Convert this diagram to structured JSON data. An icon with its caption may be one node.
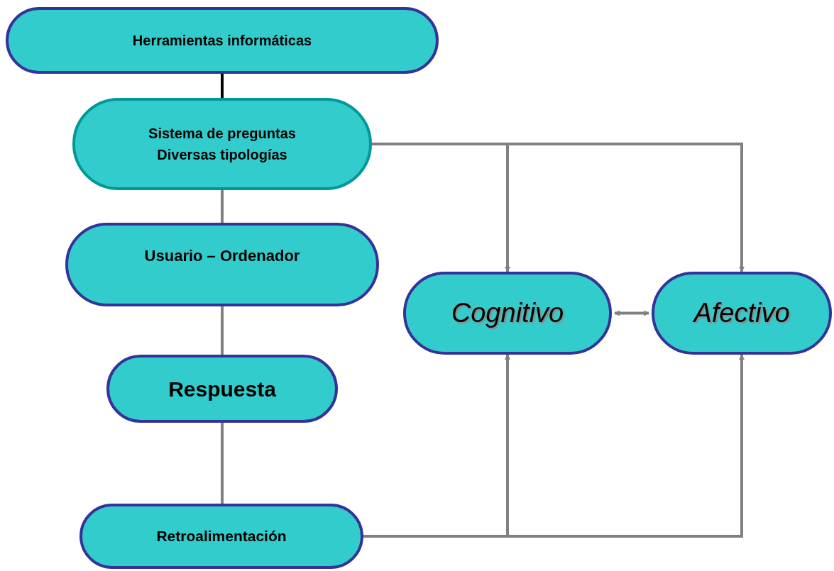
{
  "diagram": {
    "nodes": [
      {
        "text": [
          "Herramientas informáticas"
        ]
      },
      {
        "text": [
          "Sistema de preguntas",
          "Diversas tipologías"
        ]
      },
      {
        "text": [
          "Usuario – Ordenador"
        ]
      },
      {
        "text": [
          "Respuesta"
        ]
      },
      {
        "text": [
          "Retroalimentación"
        ]
      },
      {
        "text": [
          "Cognitivo"
        ]
      },
      {
        "text": [
          "Afectivo"
        ]
      }
    ],
    "edges": [
      {
        "from": 0,
        "to": 1,
        "arrow": "none",
        "color": "#000000"
      },
      {
        "from": 1,
        "to": 2,
        "arrow": "none"
      },
      {
        "from": 2,
        "to": 3,
        "arrow": "none"
      },
      {
        "from": 3,
        "to": 4,
        "arrow": "none"
      },
      {
        "from": 1,
        "to": 5,
        "arrow": "to"
      },
      {
        "from": 1,
        "to": 6,
        "arrow": "to"
      },
      {
        "from": 4,
        "to": 5,
        "arrow": "to"
      },
      {
        "from": 4,
        "to": 6,
        "arrow": "to"
      },
      {
        "from": 5,
        "to": 6,
        "arrow": "both"
      }
    ]
  }
}
